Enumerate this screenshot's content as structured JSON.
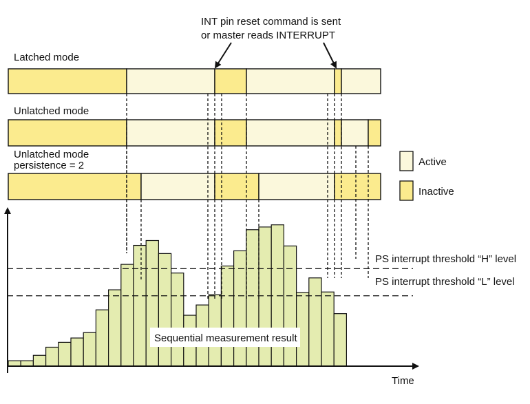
{
  "annotation": {
    "line1": "INT pin reset command is sent",
    "line2": "or master reads INTERRUPT"
  },
  "rows": [
    {
      "label_lines": [
        "Latched mode"
      ],
      "segments": [
        "inactive",
        "active",
        "inactive",
        "active",
        "inactive",
        "active"
      ]
    },
    {
      "label_lines": [
        "Unlatched mode"
      ],
      "segments": [
        "inactive",
        "active",
        "inactive",
        "active",
        "inactive",
        "active",
        "inactive"
      ]
    },
    {
      "label_lines": [
        "Unlatched mode",
        "persistence = 2"
      ],
      "segments": [
        "inactive",
        "active",
        "inactive",
        "active",
        "inactive"
      ]
    }
  ],
  "legend": {
    "active": "Active",
    "inactive": "Inactive"
  },
  "thresholds": {
    "high_label": "PS interrupt threshold “H” level",
    "low_label": "PS interrupt threshold “L” level"
  },
  "chart_label": "Sequential measurement result",
  "x_axis_label": "Time",
  "colors": {
    "active": "#fbf8dc",
    "inactive": "#fbeb8e",
    "bar": "#e4ecb0",
    "stroke": "#111111"
  },
  "chart_data": {
    "type": "bar",
    "title": "",
    "xlabel": "Time",
    "ylabel": "",
    "series": [
      {
        "values": [
          1.0,
          1.0,
          2.0,
          3.5,
          4.4,
          5.2,
          6.2,
          10.4,
          14.1,
          18.8,
          22.3,
          23.2,
          20.8,
          17.2,
          9.4,
          11.3,
          13.2,
          18.5,
          21.3,
          25.2,
          25.7,
          26.1,
          22.2,
          13.6,
          16.3,
          13.7,
          9.7
        ]
      }
    ],
    "thresholds": {
      "H": 18.0,
      "L": 13.0
    },
    "ylim": [
      0,
      30
    ]
  }
}
